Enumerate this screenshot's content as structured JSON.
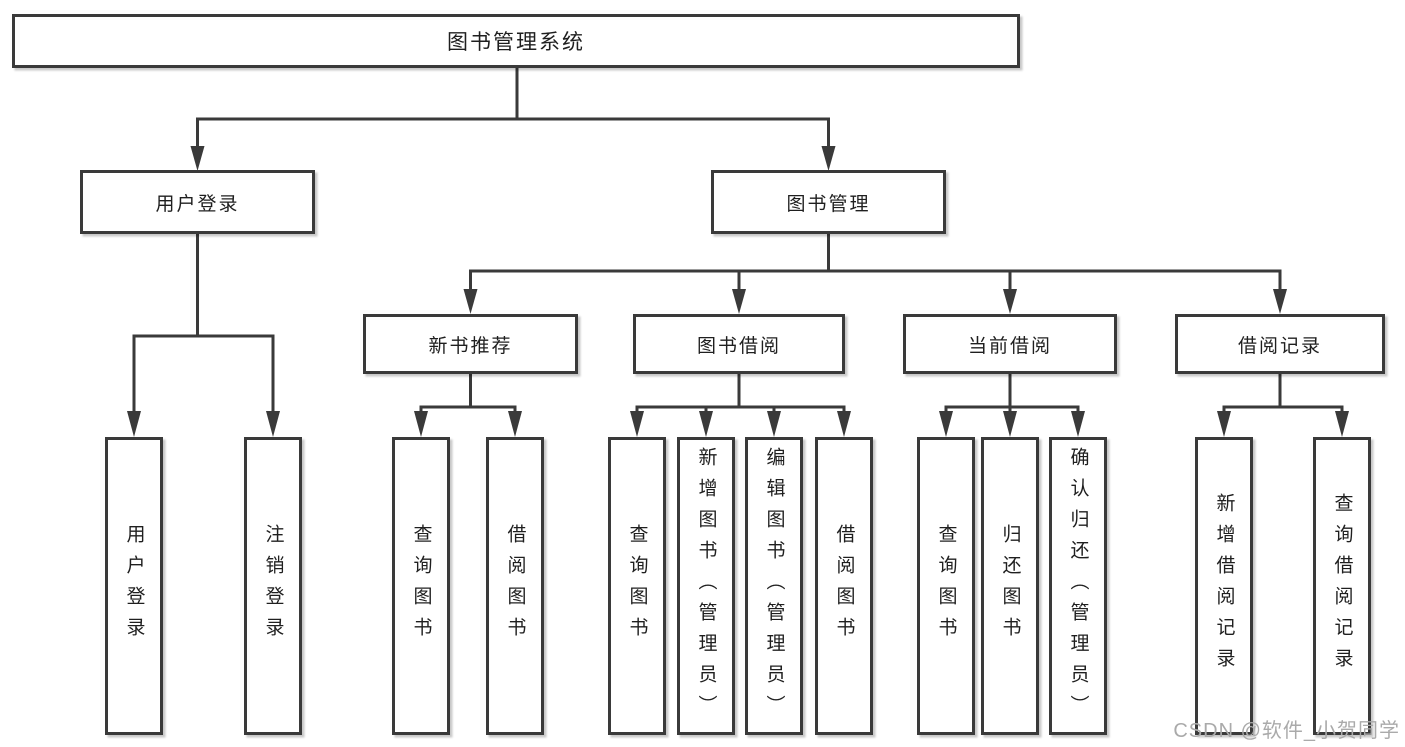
{
  "colors": {
    "line": "#3a3a3a",
    "box_border": "#3a3a3a",
    "text": "#1f1f1f",
    "watermark": "#aaaaaa",
    "background": "#ffffff"
  },
  "watermark": "CSDN @软件_小贺同学",
  "tree": {
    "root": {
      "label": "图书管理系统",
      "children": [
        {
          "label": "用户登录",
          "children": [
            {
              "label": "用户登录"
            },
            {
              "label": "注销登录"
            }
          ]
        },
        {
          "label": "图书管理",
          "children": [
            {
              "label": "新书推荐",
              "children": [
                {
                  "label": "查询图书"
                },
                {
                  "label": "借阅图书"
                }
              ]
            },
            {
              "label": "图书借阅",
              "children": [
                {
                  "label": "查询图书"
                },
                {
                  "label": "新增图书（管理员）"
                },
                {
                  "label": "编辑图书（管理员）"
                },
                {
                  "label": "借阅图书"
                }
              ]
            },
            {
              "label": "当前借阅",
              "children": [
                {
                  "label": "查询图书"
                },
                {
                  "label": "归还图书"
                },
                {
                  "label": "确认归还（管理员）"
                }
              ]
            },
            {
              "label": "借阅记录",
              "children": [
                {
                  "label": "新增借阅记录"
                },
                {
                  "label": "查询借阅记录"
                }
              ]
            }
          ]
        }
      ]
    }
  }
}
